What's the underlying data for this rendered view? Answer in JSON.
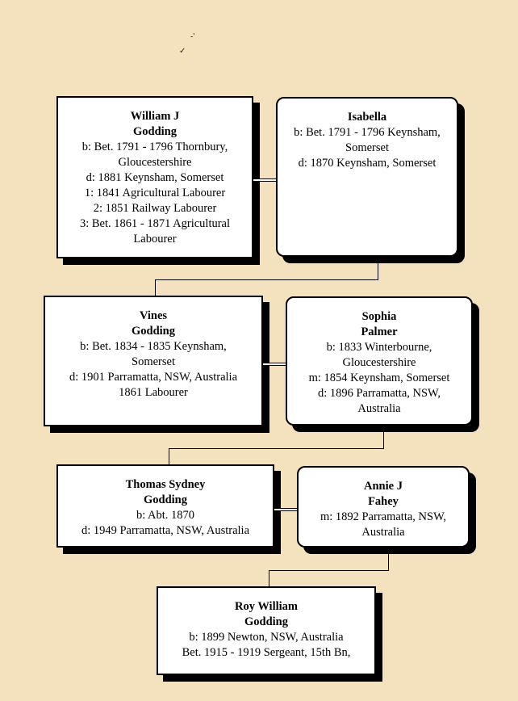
{
  "persons": {
    "william": {
      "given": "William J",
      "surname": "Godding",
      "facts": [
        "b: Bet. 1791 - 1796 Thornbury,",
        "Gloucestershire",
        "d: 1881 Keynsham, Somerset",
        "1: 1841 Agricultural Labourer",
        "2: 1851 Railway Labourer",
        "3: Bet. 1861 - 1871 Agricultural",
        "Labourer"
      ]
    },
    "isabella": {
      "given": "Isabella",
      "surname": "",
      "facts": [
        "b: Bet. 1791 - 1796 Keynsham,",
        "Somerset",
        "d: 1870 Keynsham, Somerset"
      ]
    },
    "vines": {
      "given": "Vines",
      "surname": "Godding",
      "facts": [
        "b: Bet. 1834 - 1835 Keynsham,",
        "Somerset",
        "d: 1901 Parramatta, NSW, Australia",
        "1861 Labourer"
      ]
    },
    "sophia": {
      "given": "Sophia",
      "surname": "Palmer",
      "facts": [
        "b: 1833 Winterbourne,",
        "Gloucestershire",
        "m: 1854 Keynsham, Somerset",
        "d: 1896 Parramatta, NSW,",
        "Australia"
      ]
    },
    "thomas": {
      "given": "Thomas Sydney",
      "surname": "Godding",
      "facts": [
        "b: Abt. 1870",
        "d: 1949 Parramatta, NSW, Australia"
      ]
    },
    "annie": {
      "given": "Annie J",
      "surname": "Fahey",
      "facts": [
        "m: 1892 Parramatta, NSW,",
        "Australia"
      ]
    },
    "roy": {
      "given": "Roy William",
      "surname": "Godding",
      "facts": [
        "b: 1899 Newton, NSW, Australia",
        "Bet. 1915 - 1919 Sergeant, 15th Bn,"
      ]
    }
  }
}
